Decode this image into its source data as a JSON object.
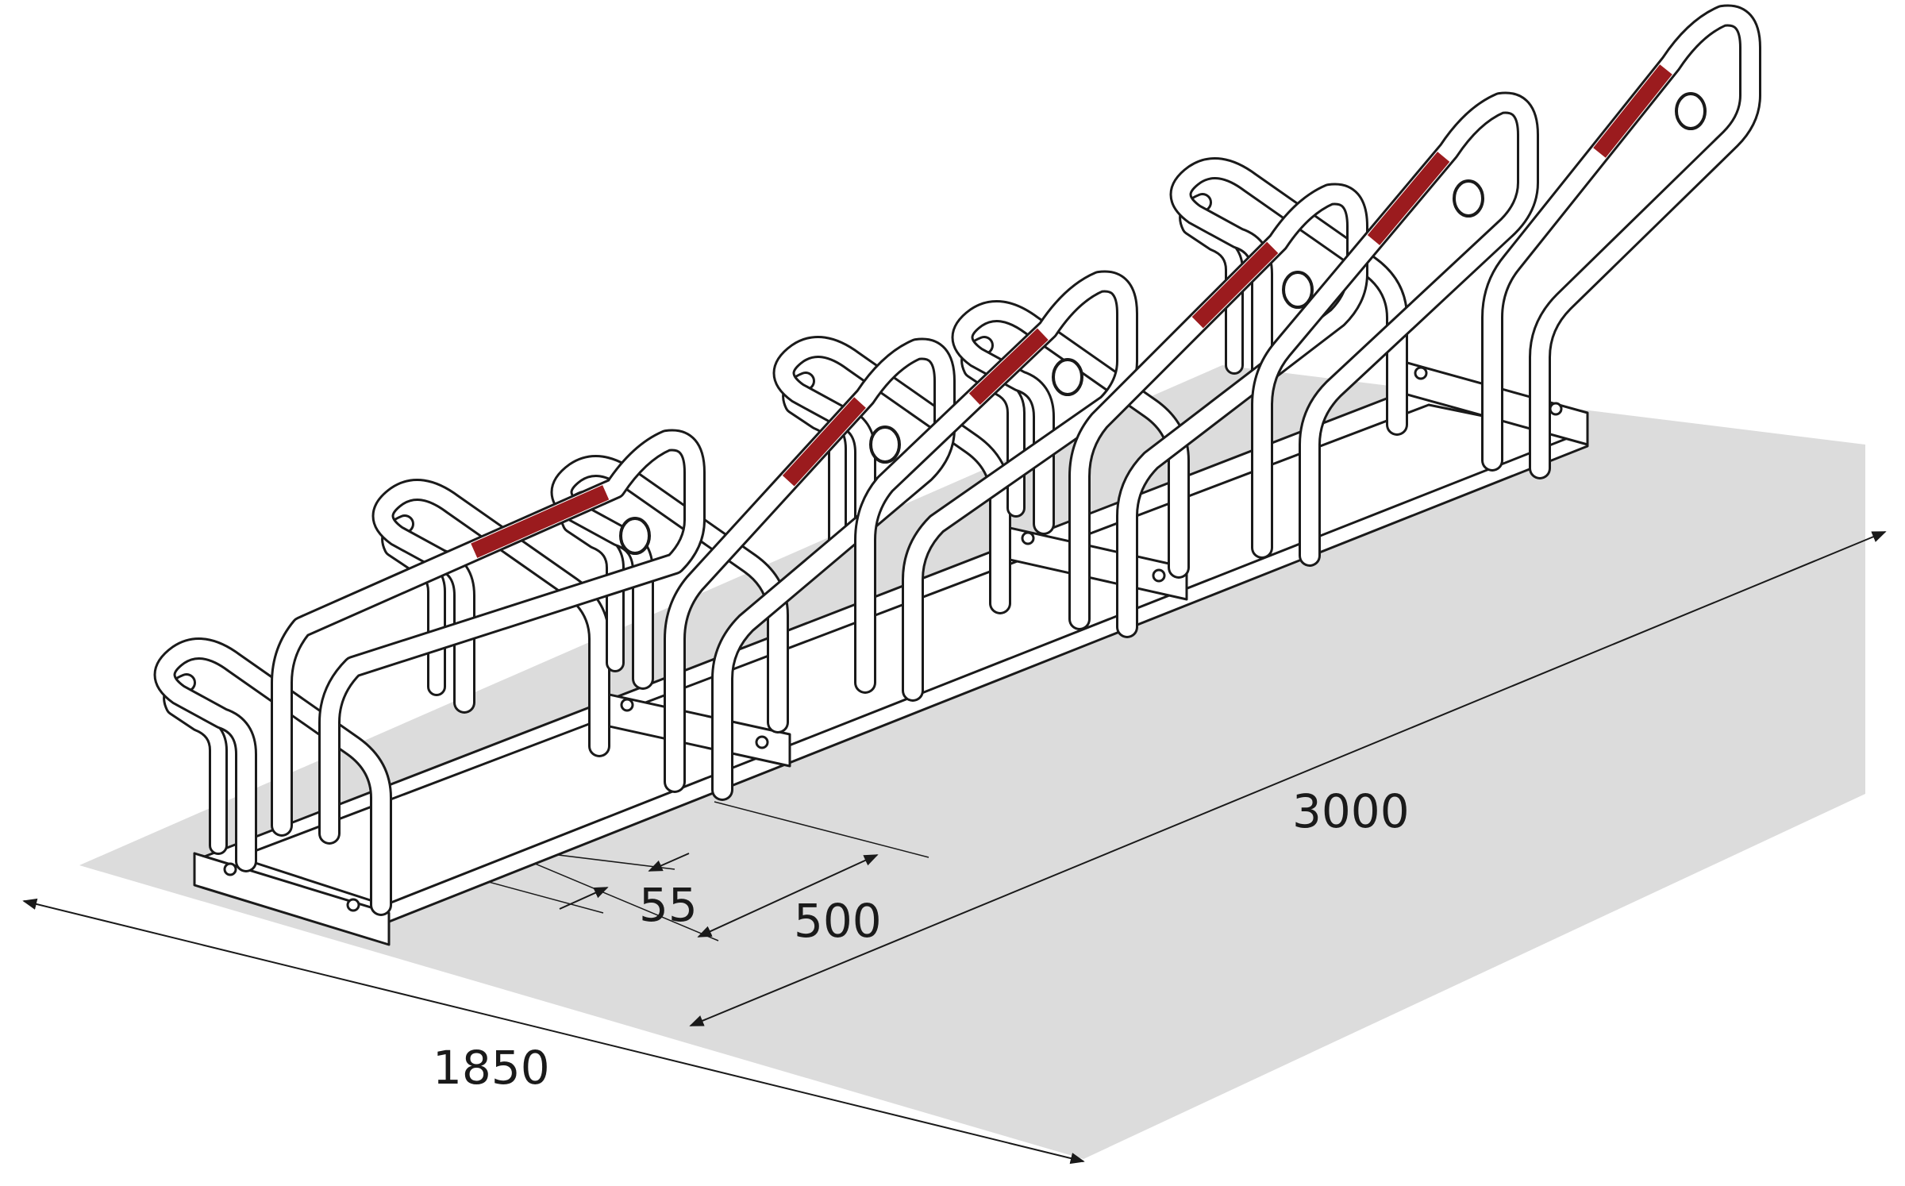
{
  "dimensions": {
    "length": "3000",
    "width": "1850",
    "spacing": "500",
    "tube_diameter": "55"
  },
  "colors": {
    "floor": "#dcdcdc",
    "outline": "#1a1a1a",
    "tube_fill": "#ffffff",
    "red_marking": "#9b1b1e"
  }
}
